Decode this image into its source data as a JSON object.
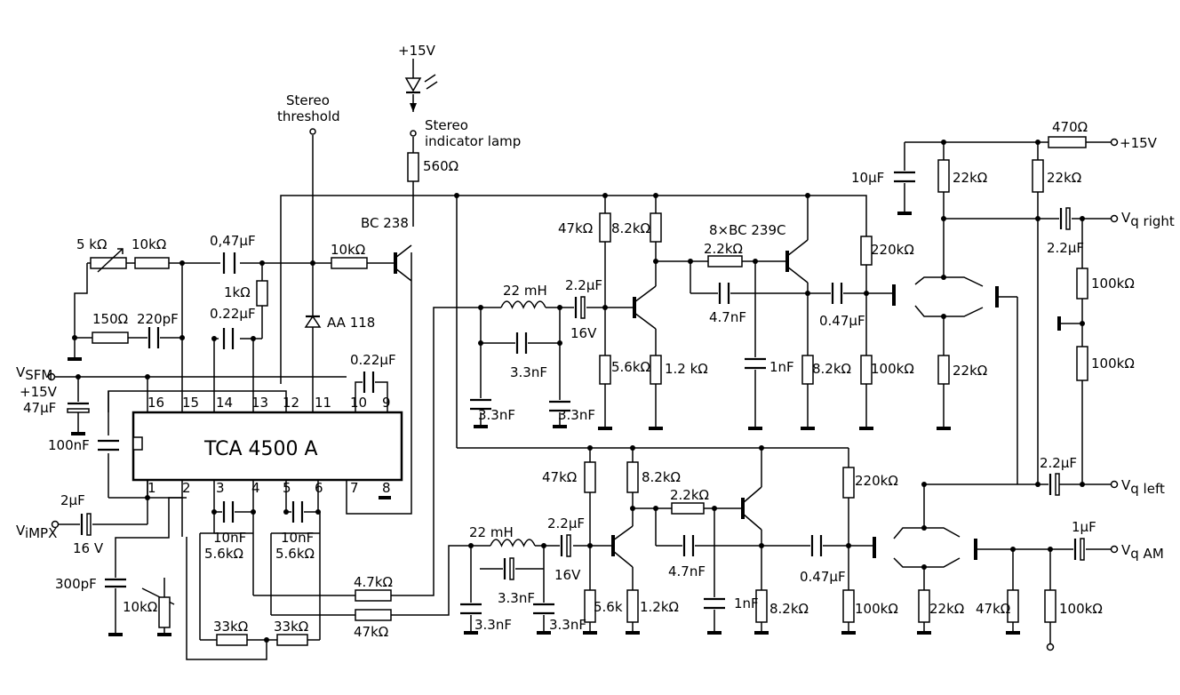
{
  "ic": {
    "name": "TCA 4500 A",
    "pins_top": [
      "16",
      "15",
      "14",
      "13",
      "12",
      "11",
      "10",
      "9"
    ],
    "pins_bottom": [
      "1",
      "2",
      "3",
      "4",
      "5",
      "6",
      "7",
      "8"
    ]
  },
  "labels": {
    "v15_top": "+15V",
    "v15_right": "+15V",
    "v15_left": "+15V",
    "stereo_threshold_1": "Stereo",
    "stereo_threshold_2": "threshold",
    "stereo_lamp_1": "Stereo",
    "stereo_lamp_2": "indicator lamp",
    "bc238": "BC 238",
    "aa118": "AA 118",
    "bc239c": "8×BC 239C",
    "vsfm_main": "V",
    "vsfm_sub": "SFM",
    "vimpx_main": "V",
    "vimpx_sub": "iMPX",
    "vqright_main": "V",
    "vqright_sub": "q right",
    "vqleft_main": "V",
    "vqleft_sub": "q left",
    "vqam_main": "V",
    "vqam_sub": "q AM"
  },
  "components": {
    "r560": "560Ω",
    "r5k": "5 kΩ",
    "r10k_a": "10kΩ",
    "c047_a": "0,47µF",
    "r1k": "1kΩ",
    "r10k_b": "10kΩ",
    "r150": "150Ω",
    "c220p": "220pF",
    "c022_a": "0.22µF",
    "c022_b": "0.22µF",
    "c47u": "47µF",
    "c100n": "100nF",
    "c2u_in": "2µF",
    "v16_in": "16 V",
    "c300p": "300pF",
    "rp10k": "10kΩ",
    "c10n_a": "10nF",
    "c10n_b": "10nF",
    "r56k_a": "5.6kΩ",
    "r56k_b": "5.6kΩ",
    "r47k_a": "4.7kΩ",
    "r47k_b": "47kΩ",
    "r33k_a": "33kΩ",
    "r33k_b": "33kΩ",
    "l22_t": "22 mH",
    "c22_t": "2.2µF",
    "v16_t": "16V",
    "c33n_t1": "3.3nF",
    "c33n_t2": "3.3nF",
    "c33n_t3": "3.3nF",
    "r47k_t": "47kΩ",
    "r82k_t": "8.2kΩ",
    "r56k_t": "5.6kΩ",
    "r12k_t": "1.2 kΩ",
    "r22k_t": "2.2kΩ",
    "c47n_t": "4.7nF",
    "c1n_t": "1nF",
    "r82k_t2": "8.2kΩ",
    "c047_t": "0.47µF",
    "r220k_t": "220kΩ",
    "r100k_t": "100kΩ",
    "l22_b": "22 mH",
    "c22_b": "2.2µF",
    "v16_b": "16V",
    "c33n_b1": "3.3nF",
    "c33n_b2": "3.3nF",
    "c33n_b3": "3.3nF",
    "r82k_b": "8.2kΩ",
    "r56_b": "5.6k",
    "r12k_b": "1.2kΩ",
    "r22k_b": "2.2kΩ",
    "c47n_b": "4.7nF",
    "c1n_b": "1nF",
    "r82k_b2": "8.2kΩ",
    "c047_b": "0.47µF",
    "r220k_b": "220kΩ",
    "r100k_b": "100kΩ",
    "c10u": "10µF",
    "r22k_r1": "22kΩ",
    "r22k_r2": "22kΩ",
    "r470": "470Ω",
    "c22_r": "2.2µF",
    "r100k_r1": "100kΩ",
    "r100k_r2": "100kΩ",
    "r22k_r3": "22kΩ",
    "c22_l": "2.2µF",
    "r22k_am": "22kΩ",
    "r47k_am": "47kΩ",
    "c1u_am": "1µF",
    "r100k_am": "100kΩ"
  }
}
